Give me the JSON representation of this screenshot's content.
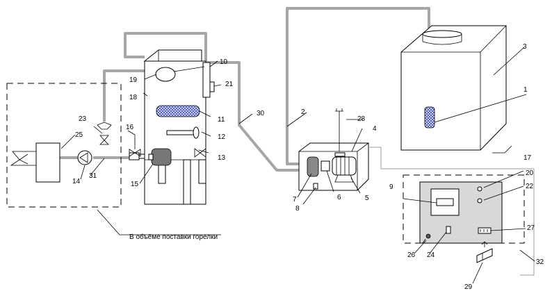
{
  "labels": {
    "l1": "1",
    "l2": "2",
    "l3": "3",
    "l4": "4",
    "l5": "5",
    "l6": "6",
    "l7": "7",
    "l8": "8",
    "l9": "9",
    "l10": "10",
    "l11": "11",
    "l12": "12",
    "l13": "13",
    "l14": "14",
    "l15": "15",
    "l16": "16",
    "l17": "17",
    "l18": "18",
    "l19": "19",
    "l20": "20",
    "l21": "21",
    "l22": "22",
    "l23": "23",
    "l24": "24",
    "l25": "25",
    "l26": "26",
    "l27": "27",
    "l28": "28",
    "l29": "29",
    "l30": "30",
    "l31": "31",
    "l32": "32"
  },
  "burner_scope_caption": "В объёме поставки горелки",
  "colors": {
    "pipe": "#a6a6a6",
    "line": "#000000",
    "pellets": "#2a3aa0"
  }
}
